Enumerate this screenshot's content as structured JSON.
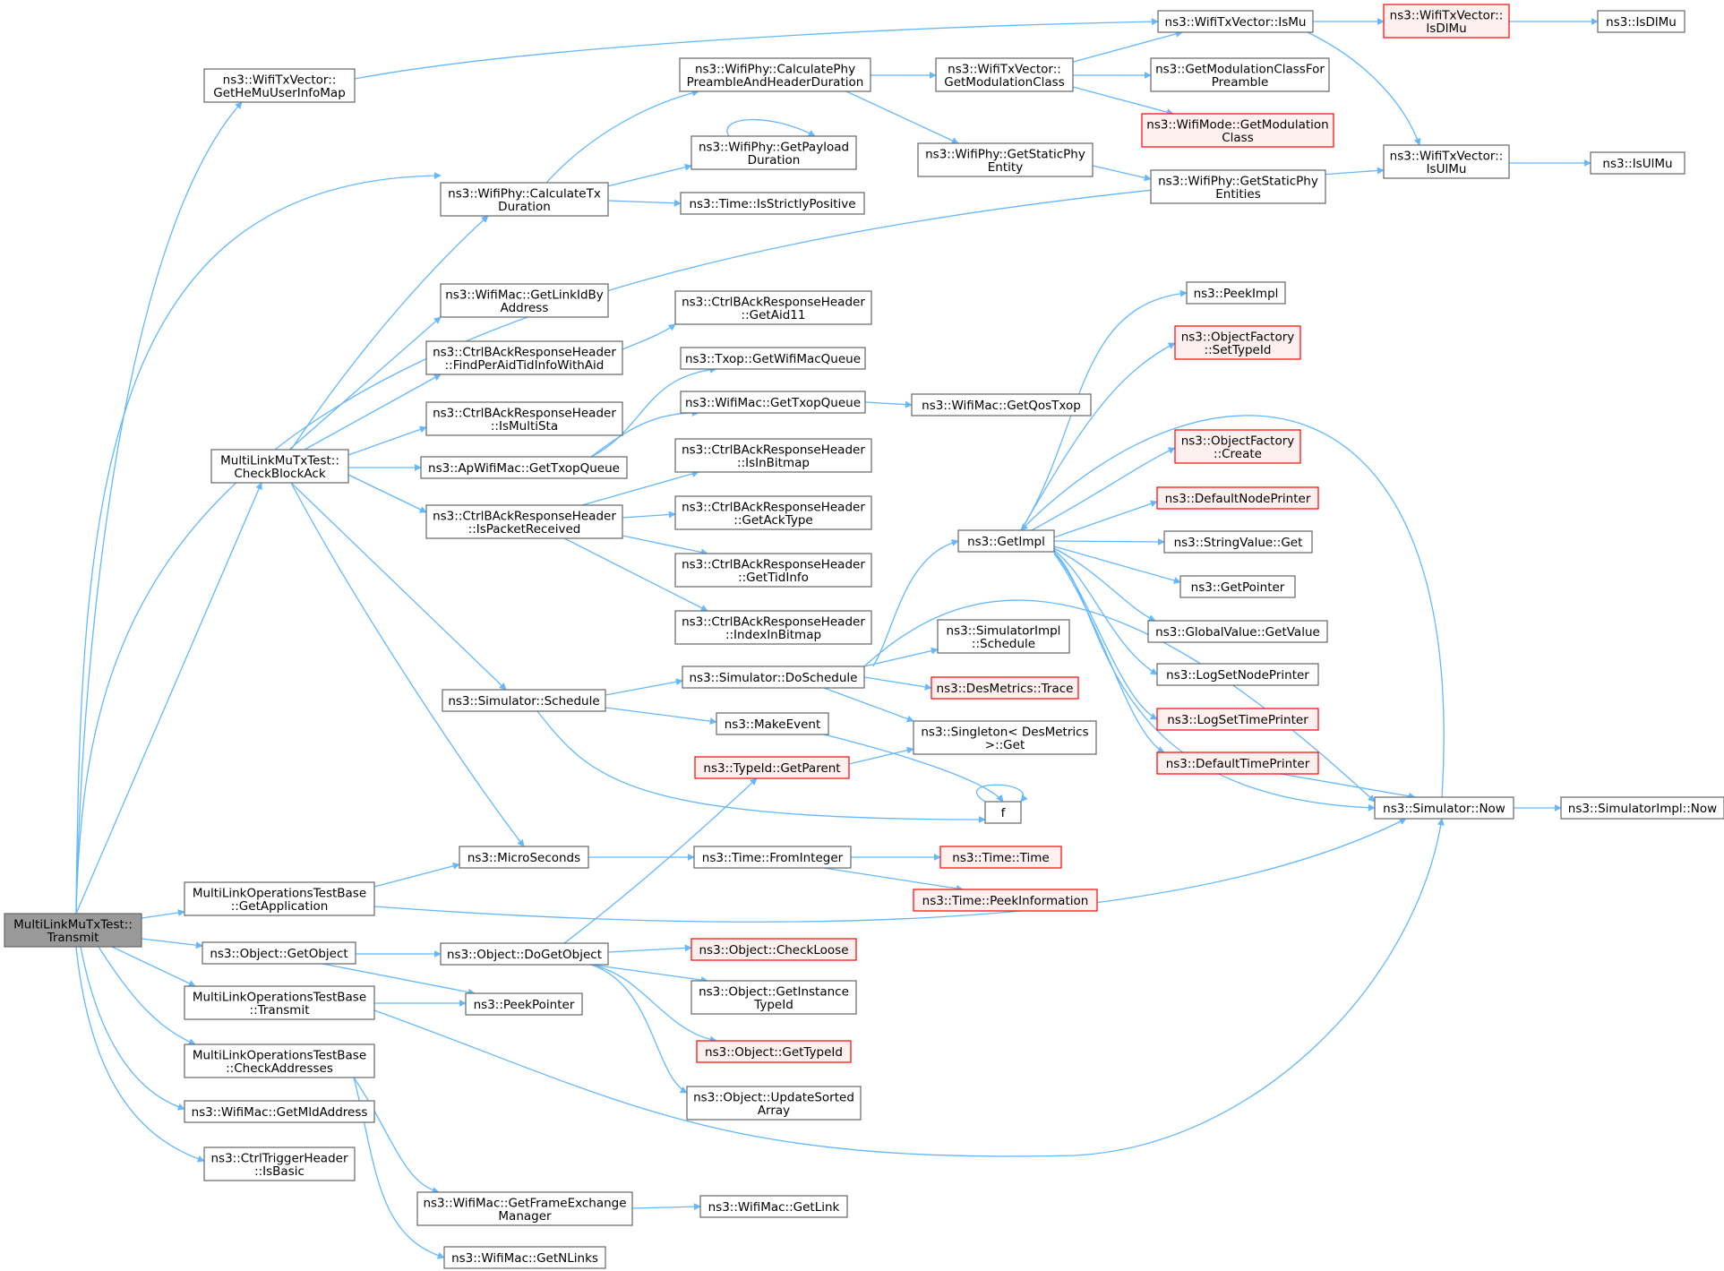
{
  "colors": {
    "edge": "#63b8ff",
    "node_border": "#666666",
    "node_fill": "#ffffff",
    "root_fill": "#999999",
    "root_border": "#666666",
    "truncated_border": "#ff0000",
    "truncated_fill": "#fff0f0"
  },
  "nodes": [
    {
      "id": "root",
      "lines": [
        "MultiLinkMuTxTest::",
        "Transmit"
      ],
      "style": "root"
    },
    {
      "id": "getHeMu",
      "lines": [
        "ns3::WifiTxVector::",
        "GetHeMuUserInfoMap"
      ],
      "style": "normal"
    },
    {
      "id": "isMu",
      "lines": [
        "ns3::WifiTxVector::IsMu"
      ],
      "style": "normal"
    },
    {
      "id": "isDlMuTx",
      "lines": [
        "ns3::WifiTxVector::",
        "IsDlMu"
      ],
      "style": "truncated"
    },
    {
      "id": "isDlMu",
      "lines": [
        "ns3::IsDlMu"
      ],
      "style": "normal"
    },
    {
      "id": "calcPreamble",
      "lines": [
        "ns3::WifiPhy::CalculatePhy",
        "PreambleAndHeaderDuration"
      ],
      "style": "normal"
    },
    {
      "id": "getModClass",
      "lines": [
        "ns3::WifiTxVector::",
        "GetModulationClass"
      ],
      "style": "normal"
    },
    {
      "id": "getModForPre",
      "lines": [
        "ns3::GetModulationClassFor",
        "Preamble"
      ],
      "style": "normal"
    },
    {
      "id": "wifiModeGetMod",
      "lines": [
        "ns3::WifiMode::GetModulation",
        "Class"
      ],
      "style": "truncated"
    },
    {
      "id": "getPayload",
      "lines": [
        "ns3::WifiPhy::GetPayload",
        "Duration"
      ],
      "style": "normal"
    },
    {
      "id": "getStaticEntity",
      "lines": [
        "ns3::WifiPhy::GetStaticPhy",
        "Entity"
      ],
      "style": "normal"
    },
    {
      "id": "getStaticEntities",
      "lines": [
        "ns3::WifiPhy::GetStaticPhy",
        "Entities"
      ],
      "style": "normal"
    },
    {
      "id": "isUlMuTx",
      "lines": [
        "ns3::WifiTxVector::",
        "IsUlMu"
      ],
      "style": "normal"
    },
    {
      "id": "isUlMu",
      "lines": [
        "ns3::IsUlMu"
      ],
      "style": "normal"
    },
    {
      "id": "calcTx",
      "lines": [
        "ns3::WifiPhy::CalculateTx",
        "Duration"
      ],
      "style": "normal"
    },
    {
      "id": "isStrictPos",
      "lines": [
        "ns3::Time::IsStrictlyPositive"
      ],
      "style": "normal"
    },
    {
      "id": "getLinkId",
      "lines": [
        "ns3::WifiMac::GetLinkIdBy",
        "Address"
      ],
      "style": "normal"
    },
    {
      "id": "getAid11",
      "lines": [
        "ns3::CtrlBAckResponseHeader",
        "::GetAid11"
      ],
      "style": "normal"
    },
    {
      "id": "findPerAid",
      "lines": [
        "ns3::CtrlBAckResponseHeader",
        "::FindPerAidTidInfoWithAid"
      ],
      "style": "normal"
    },
    {
      "id": "txopGetQueue",
      "lines": [
        "ns3::Txop::GetWifiMacQueue"
      ],
      "style": "normal"
    },
    {
      "id": "isMultiSta",
      "lines": [
        "ns3::CtrlBAckResponseHeader",
        "::IsMultiSta"
      ],
      "style": "normal"
    },
    {
      "id": "macGetTxop",
      "lines": [
        "ns3::WifiMac::GetTxopQueue"
      ],
      "style": "normal"
    },
    {
      "id": "getQosTxop",
      "lines": [
        "ns3::WifiMac::GetQosTxop"
      ],
      "style": "normal"
    },
    {
      "id": "checkBlockAck",
      "lines": [
        "MultiLinkMuTxTest::",
        "CheckBlockAck"
      ],
      "style": "normal"
    },
    {
      "id": "apGetTxop",
      "lines": [
        "ns3::ApWifiMac::GetTxopQueue"
      ],
      "style": "normal"
    },
    {
      "id": "isInBitmap",
      "lines": [
        "ns3::CtrlBAckResponseHeader",
        "::IsInBitmap"
      ],
      "style": "normal"
    },
    {
      "id": "isPacketRecv",
      "lines": [
        "ns3::CtrlBAckResponseHeader",
        "::IsPacketReceived"
      ],
      "style": "normal"
    },
    {
      "id": "getAckType",
      "lines": [
        "ns3::CtrlBAckResponseHeader",
        "::GetAckType"
      ],
      "style": "normal"
    },
    {
      "id": "getTidInfo",
      "lines": [
        "ns3::CtrlBAckResponseHeader",
        "::GetTidInfo"
      ],
      "style": "normal"
    },
    {
      "id": "indexInBitmap",
      "lines": [
        "ns3::CtrlBAckResponseHeader",
        "::IndexInBitmap"
      ],
      "style": "normal"
    },
    {
      "id": "peekImpl",
      "lines": [
        "ns3::PeekImpl"
      ],
      "style": "normal"
    },
    {
      "id": "ofSetTypeId",
      "lines": [
        "ns3::ObjectFactory",
        "::SetTypeId"
      ],
      "style": "truncated"
    },
    {
      "id": "ofCreate",
      "lines": [
        "ns3::ObjectFactory",
        "::Create"
      ],
      "style": "truncated"
    },
    {
      "id": "defNodePrinter",
      "lines": [
        "ns3::DefaultNodePrinter"
      ],
      "style": "truncated"
    },
    {
      "id": "getImpl",
      "lines": [
        "ns3::GetImpl"
      ],
      "style": "normal"
    },
    {
      "id": "stringGet",
      "lines": [
        "ns3::StringValue::Get"
      ],
      "style": "normal"
    },
    {
      "id": "getPointer",
      "lines": [
        "ns3::GetPointer"
      ],
      "style": "normal"
    },
    {
      "id": "globalGetValue",
      "lines": [
        "ns3::GlobalValue::GetValue"
      ],
      "style": "normal"
    },
    {
      "id": "simImplSchedule",
      "lines": [
        "ns3::SimulatorImpl",
        "::Schedule"
      ],
      "style": "normal"
    },
    {
      "id": "logSetNode",
      "lines": [
        "ns3::LogSetNodePrinter"
      ],
      "style": "normal"
    },
    {
      "id": "doSchedule",
      "lines": [
        "ns3::Simulator::DoSchedule"
      ],
      "style": "normal"
    },
    {
      "id": "desTrace",
      "lines": [
        "ns3::DesMetrics::Trace"
      ],
      "style": "truncated"
    },
    {
      "id": "schedule",
      "lines": [
        "ns3::Simulator::Schedule"
      ],
      "style": "normal"
    },
    {
      "id": "logSetTime",
      "lines": [
        "ns3::LogSetTimePrinter"
      ],
      "style": "truncated"
    },
    {
      "id": "makeEvent",
      "lines": [
        "ns3::MakeEvent"
      ],
      "style": "normal"
    },
    {
      "id": "singletonGet",
      "lines": [
        "ns3::Singleton< DesMetrics",
        ">::Get"
      ],
      "style": "normal"
    },
    {
      "id": "defTimePrinter",
      "lines": [
        "ns3::DefaultTimePrinter"
      ],
      "style": "truncated"
    },
    {
      "id": "typeIdGetParent",
      "lines": [
        "ns3::TypeId::GetParent"
      ],
      "style": "truncated"
    },
    {
      "id": "f",
      "lines": [
        "f"
      ],
      "style": "normal"
    },
    {
      "id": "simNow",
      "lines": [
        "ns3::Simulator::Now"
      ],
      "style": "normal"
    },
    {
      "id": "simImplNow",
      "lines": [
        "ns3::SimulatorImpl::Now"
      ],
      "style": "normal"
    },
    {
      "id": "microSeconds",
      "lines": [
        "ns3::MicroSeconds"
      ],
      "style": "normal"
    },
    {
      "id": "fromInteger",
      "lines": [
        "ns3::Time::FromInteger"
      ],
      "style": "normal"
    },
    {
      "id": "timeTime",
      "lines": [
        "ns3::Time::Time"
      ],
      "style": "truncated"
    },
    {
      "id": "getApplication",
      "lines": [
        "MultiLinkOperationsTestBase",
        "::GetApplication"
      ],
      "style": "normal"
    },
    {
      "id": "peekInfo",
      "lines": [
        "ns3::Time::PeekInformation"
      ],
      "style": "truncated"
    },
    {
      "id": "objGetObject",
      "lines": [
        "ns3::Object::GetObject"
      ],
      "style": "normal"
    },
    {
      "id": "doGetObject",
      "lines": [
        "ns3::Object::DoGetObject"
      ],
      "style": "normal"
    },
    {
      "id": "checkLoose",
      "lines": [
        "ns3::Object::CheckLoose"
      ],
      "style": "truncated"
    },
    {
      "id": "mloTransmit",
      "lines": [
        "MultiLinkOperationsTestBase",
        "::Transmit"
      ],
      "style": "normal"
    },
    {
      "id": "peekPointer",
      "lines": [
        "ns3::PeekPointer"
      ],
      "style": "normal"
    },
    {
      "id": "getInstanceTypeId",
      "lines": [
        "ns3::Object::GetInstance",
        "TypeId"
      ],
      "style": "normal"
    },
    {
      "id": "checkAddresses",
      "lines": [
        "MultiLinkOperationsTestBase",
        "::CheckAddresses"
      ],
      "style": "normal"
    },
    {
      "id": "objGetTypeId",
      "lines": [
        "ns3::Object::GetTypeId"
      ],
      "style": "truncated"
    },
    {
      "id": "getMldAddress",
      "lines": [
        "ns3::WifiMac::GetMldAddress"
      ],
      "style": "normal"
    },
    {
      "id": "updateSorted",
      "lines": [
        "ns3::Object::UpdateSorted",
        "Array"
      ],
      "style": "normal"
    },
    {
      "id": "ctrlTrigIsBasic",
      "lines": [
        "ns3::CtrlTriggerHeader",
        "::IsBasic"
      ],
      "style": "normal"
    },
    {
      "id": "getFrameExch",
      "lines": [
        "ns3::WifiMac::GetFrameExchange",
        "Manager"
      ],
      "style": "normal"
    },
    {
      "id": "getLink",
      "lines": [
        "ns3::WifiMac::GetLink"
      ],
      "style": "normal"
    },
    {
      "id": "getNLinks",
      "lines": [
        "ns3::WifiMac::GetNLinks"
      ],
      "style": "normal"
    }
  ]
}
